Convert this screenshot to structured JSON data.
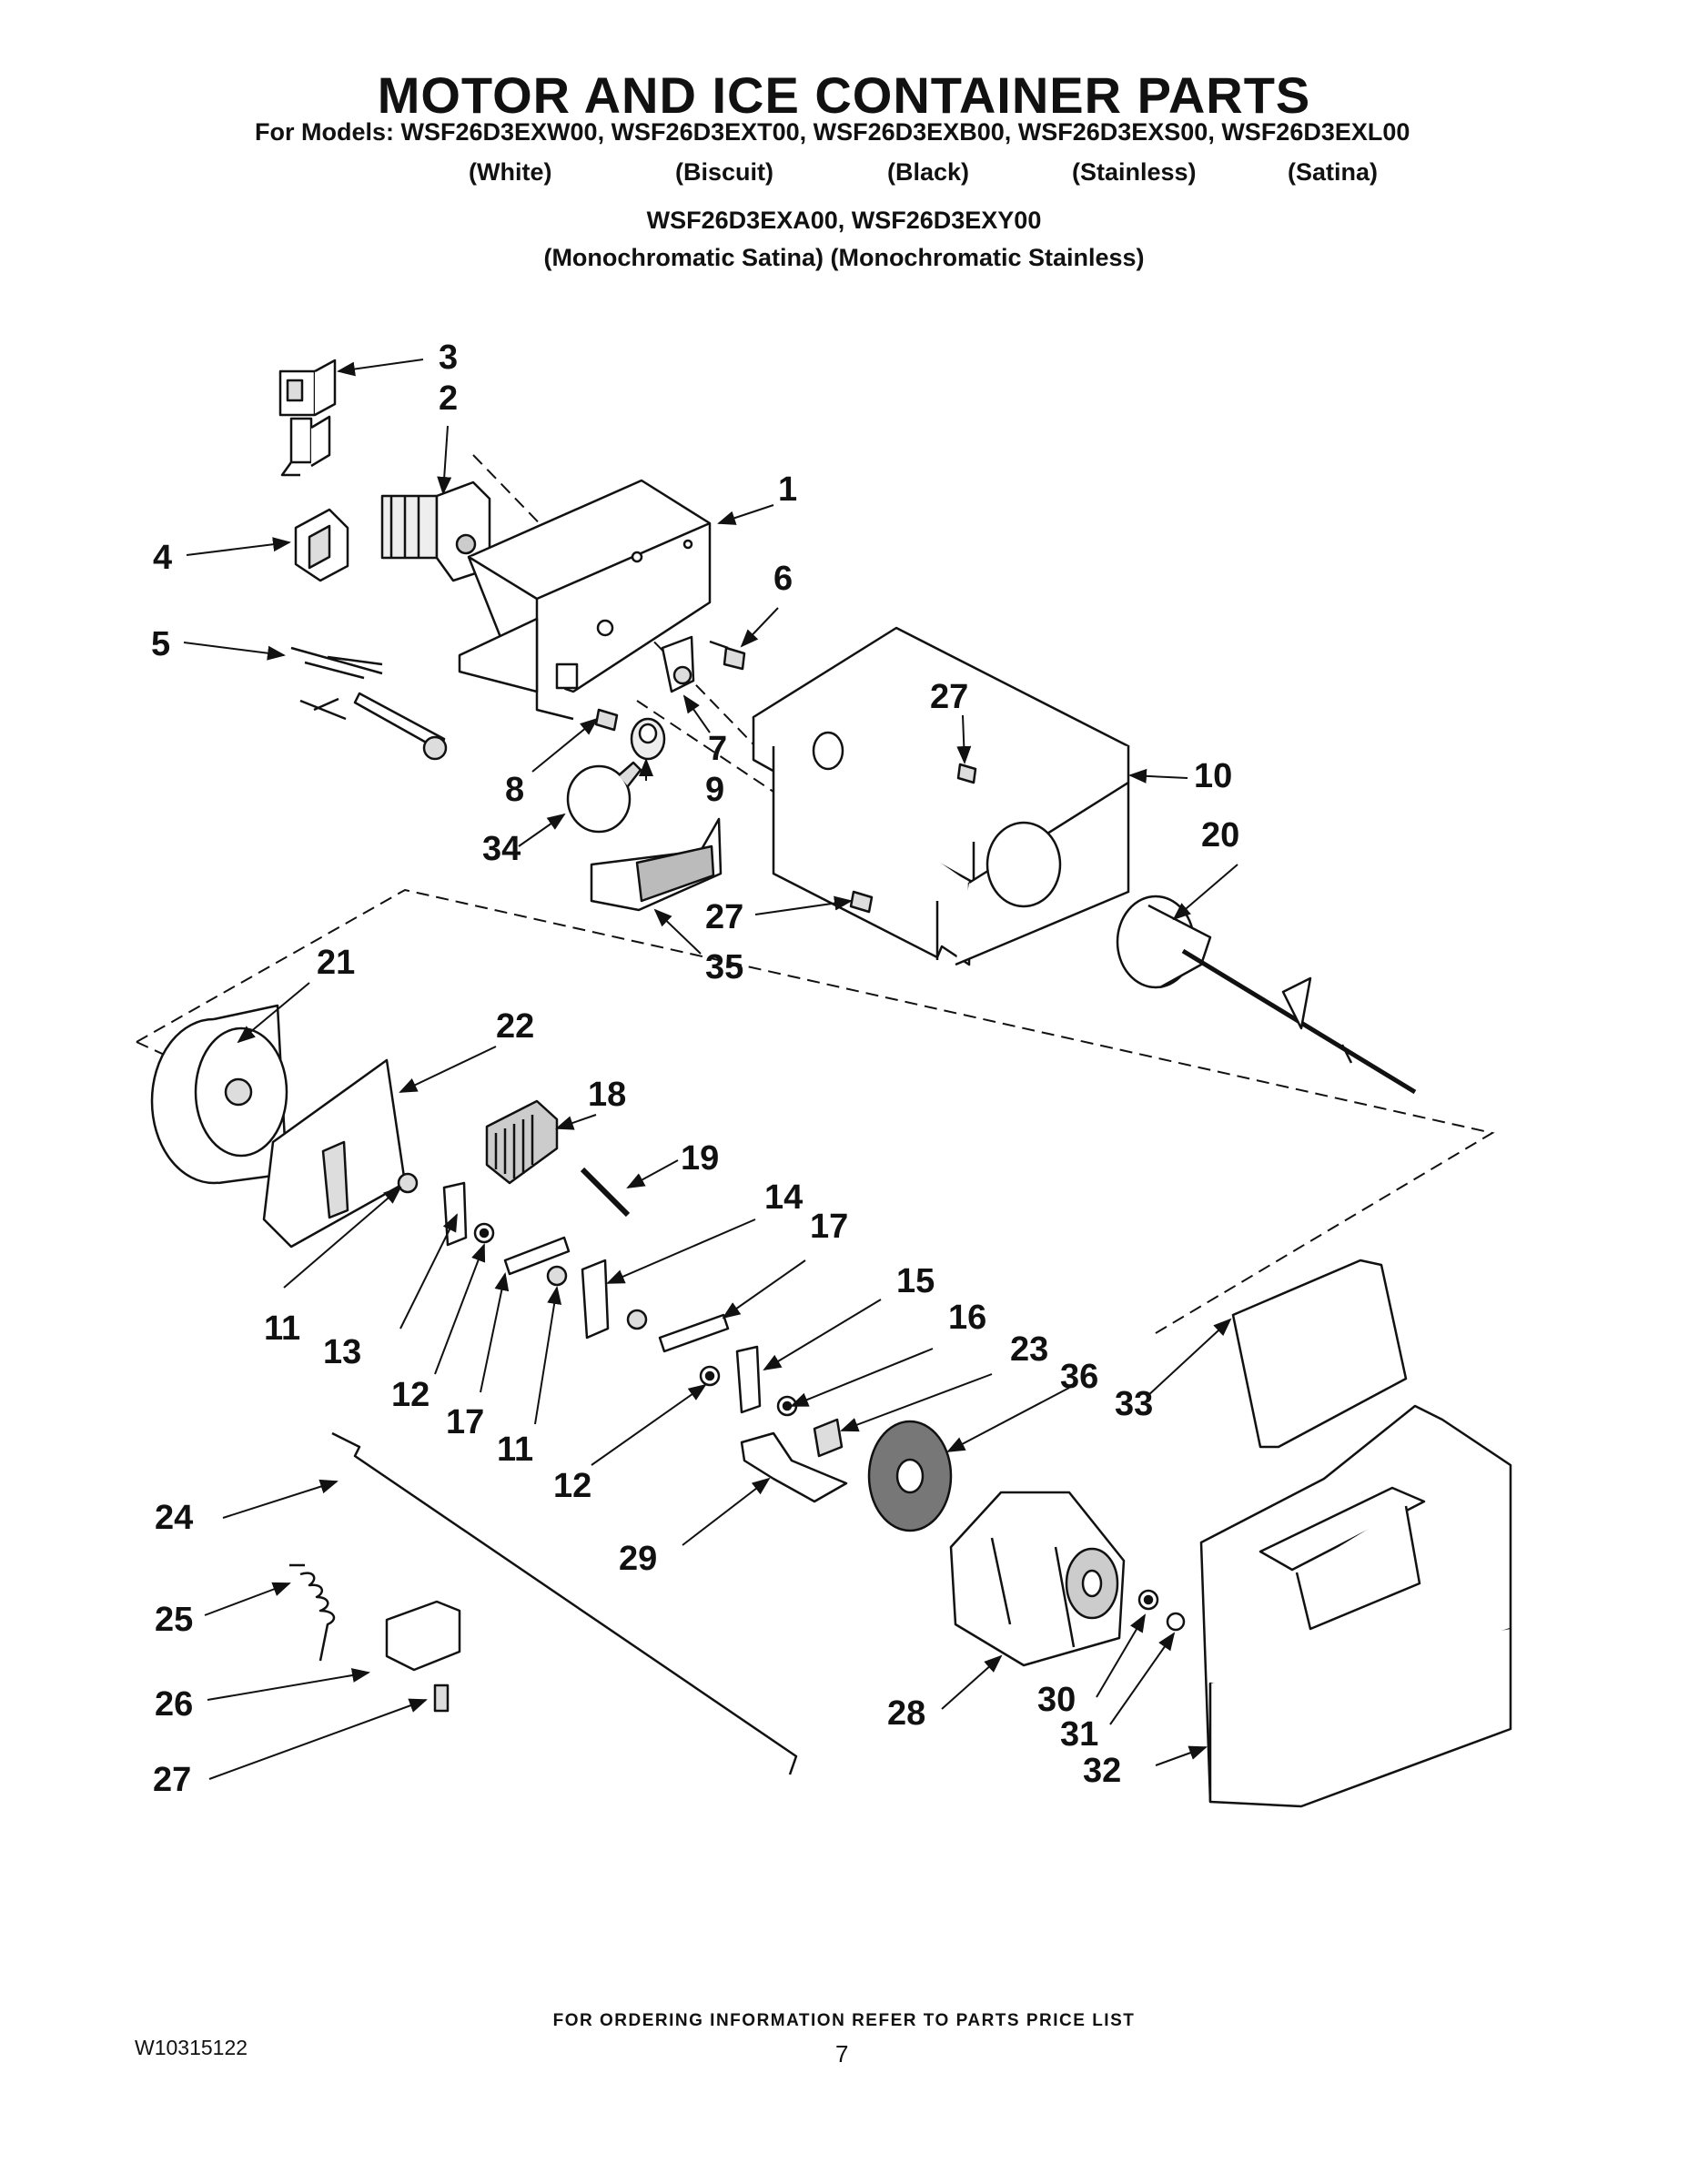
{
  "header": {
    "title": "MOTOR AND ICE CONTAINER PARTS",
    "models_line": "For Models: WSF26D3EXW00, WSF26D3EXT00, WSF26D3EXB00, WSF26D3EXS00, WSF26D3EXL00",
    "finishes": [
      "(White)",
      "(Biscuit)",
      "(Black)",
      "(Stainless)",
      "(Satina)"
    ],
    "models_line2": "WSF26D3EXA00, WSF26D3EXY00",
    "finishes_line2": "(Monochromatic Satina) (Monochromatic Stainless)"
  },
  "callouts": [
    "3",
    "2",
    "1",
    "4",
    "6",
    "5",
    "27",
    "10",
    "7",
    "8",
    "9",
    "34",
    "20",
    "27",
    "35",
    "21",
    "22",
    "18",
    "19",
    "14",
    "17",
    "15",
    "16",
    "23",
    "36",
    "11",
    "13",
    "12",
    "17",
    "11",
    "12",
    "33",
    "29",
    "24",
    "25",
    "26",
    "28",
    "30",
    "31",
    "32",
    "27"
  ],
  "footer": {
    "note": "FOR ORDERING INFORMATION REFER TO PARTS PRICE LIST",
    "doc_number": "W10315122",
    "page_number": "7"
  }
}
